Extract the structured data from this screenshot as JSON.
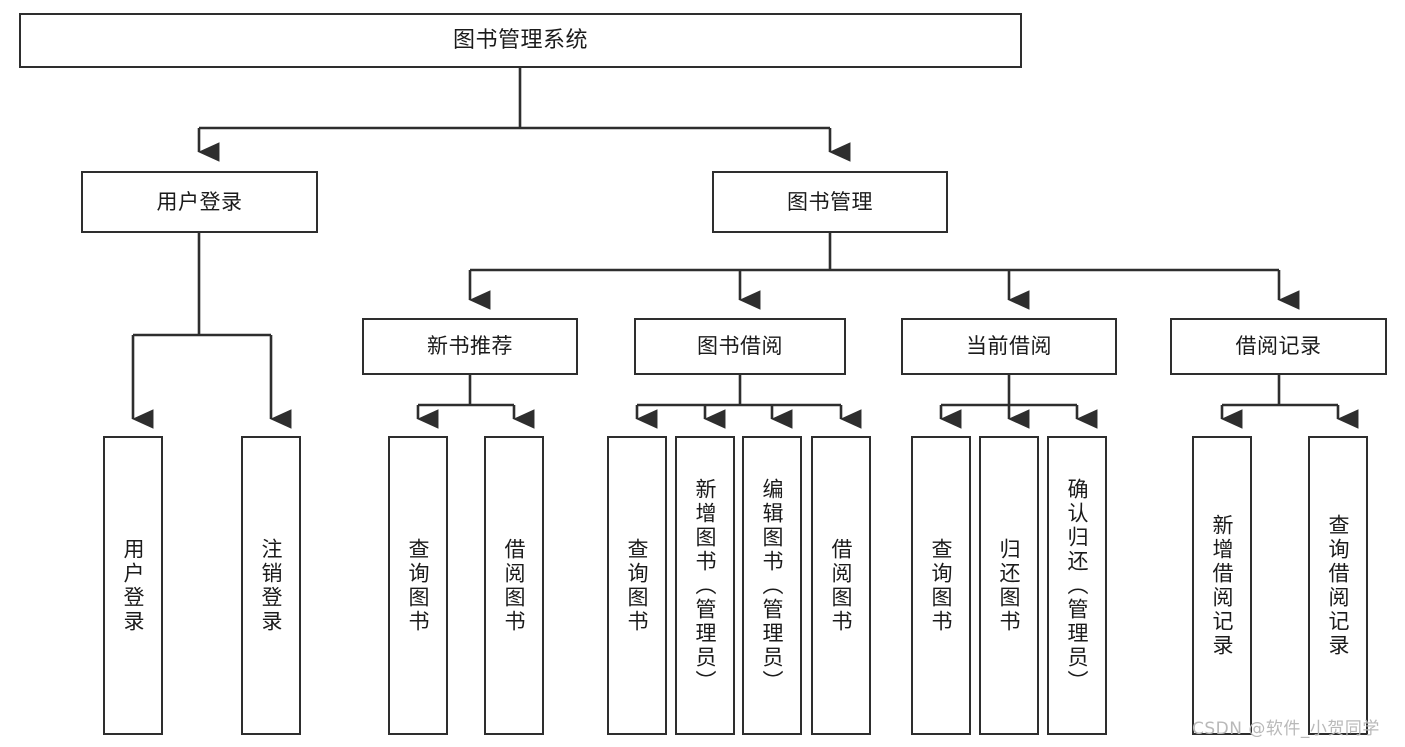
{
  "diagram": {
    "type": "tree",
    "title": "图书管理系统",
    "colors": {
      "stroke": "#2e2e2e",
      "fill": "#ffffff",
      "text": "#1b1b1b",
      "watermark": "#b9b9b9"
    },
    "nodes": {
      "root": {
        "label": "图书管理系统"
      },
      "level2": [
        {
          "id": "user-login",
          "label": "用户登录"
        },
        {
          "id": "book-manage",
          "label": "图书管理"
        }
      ],
      "level3": [
        {
          "id": "new-book-recommend",
          "label": "新书推荐"
        },
        {
          "id": "book-borrow",
          "label": "图书借阅"
        },
        {
          "id": "current-borrow",
          "label": "当前借阅"
        },
        {
          "id": "borrow-record",
          "label": "借阅记录"
        }
      ],
      "leaves": {
        "user_login": [
          {
            "id": "leaf-user-login",
            "label": "用户登录"
          },
          {
            "id": "leaf-logout-login",
            "label": "注销登录"
          }
        ],
        "new_book_recommend": [
          {
            "id": "leaf-query-book-1",
            "label": "查询图书"
          },
          {
            "id": "leaf-borrow-book-1",
            "label": "借阅图书"
          }
        ],
        "book_borrow": [
          {
            "id": "leaf-query-book-2",
            "label": "查询图书"
          },
          {
            "id": "leaf-add-book",
            "label": "新增图书（管理员）"
          },
          {
            "id": "leaf-edit-book",
            "label": "编辑图书（管理员）"
          },
          {
            "id": "leaf-borrow-book-2",
            "label": "借阅图书"
          }
        ],
        "current_borrow": [
          {
            "id": "leaf-query-book-3",
            "label": "查询图书"
          },
          {
            "id": "leaf-return-book",
            "label": "归还图书"
          },
          {
            "id": "leaf-confirm-return",
            "label": "确认归还（管理员）"
          }
        ],
        "borrow_record": [
          {
            "id": "leaf-add-record",
            "label": "新增借阅记录"
          },
          {
            "id": "leaf-query-record",
            "label": "查询借阅记录"
          }
        ]
      }
    },
    "watermark": "CSDN @软件_小贺同学"
  }
}
